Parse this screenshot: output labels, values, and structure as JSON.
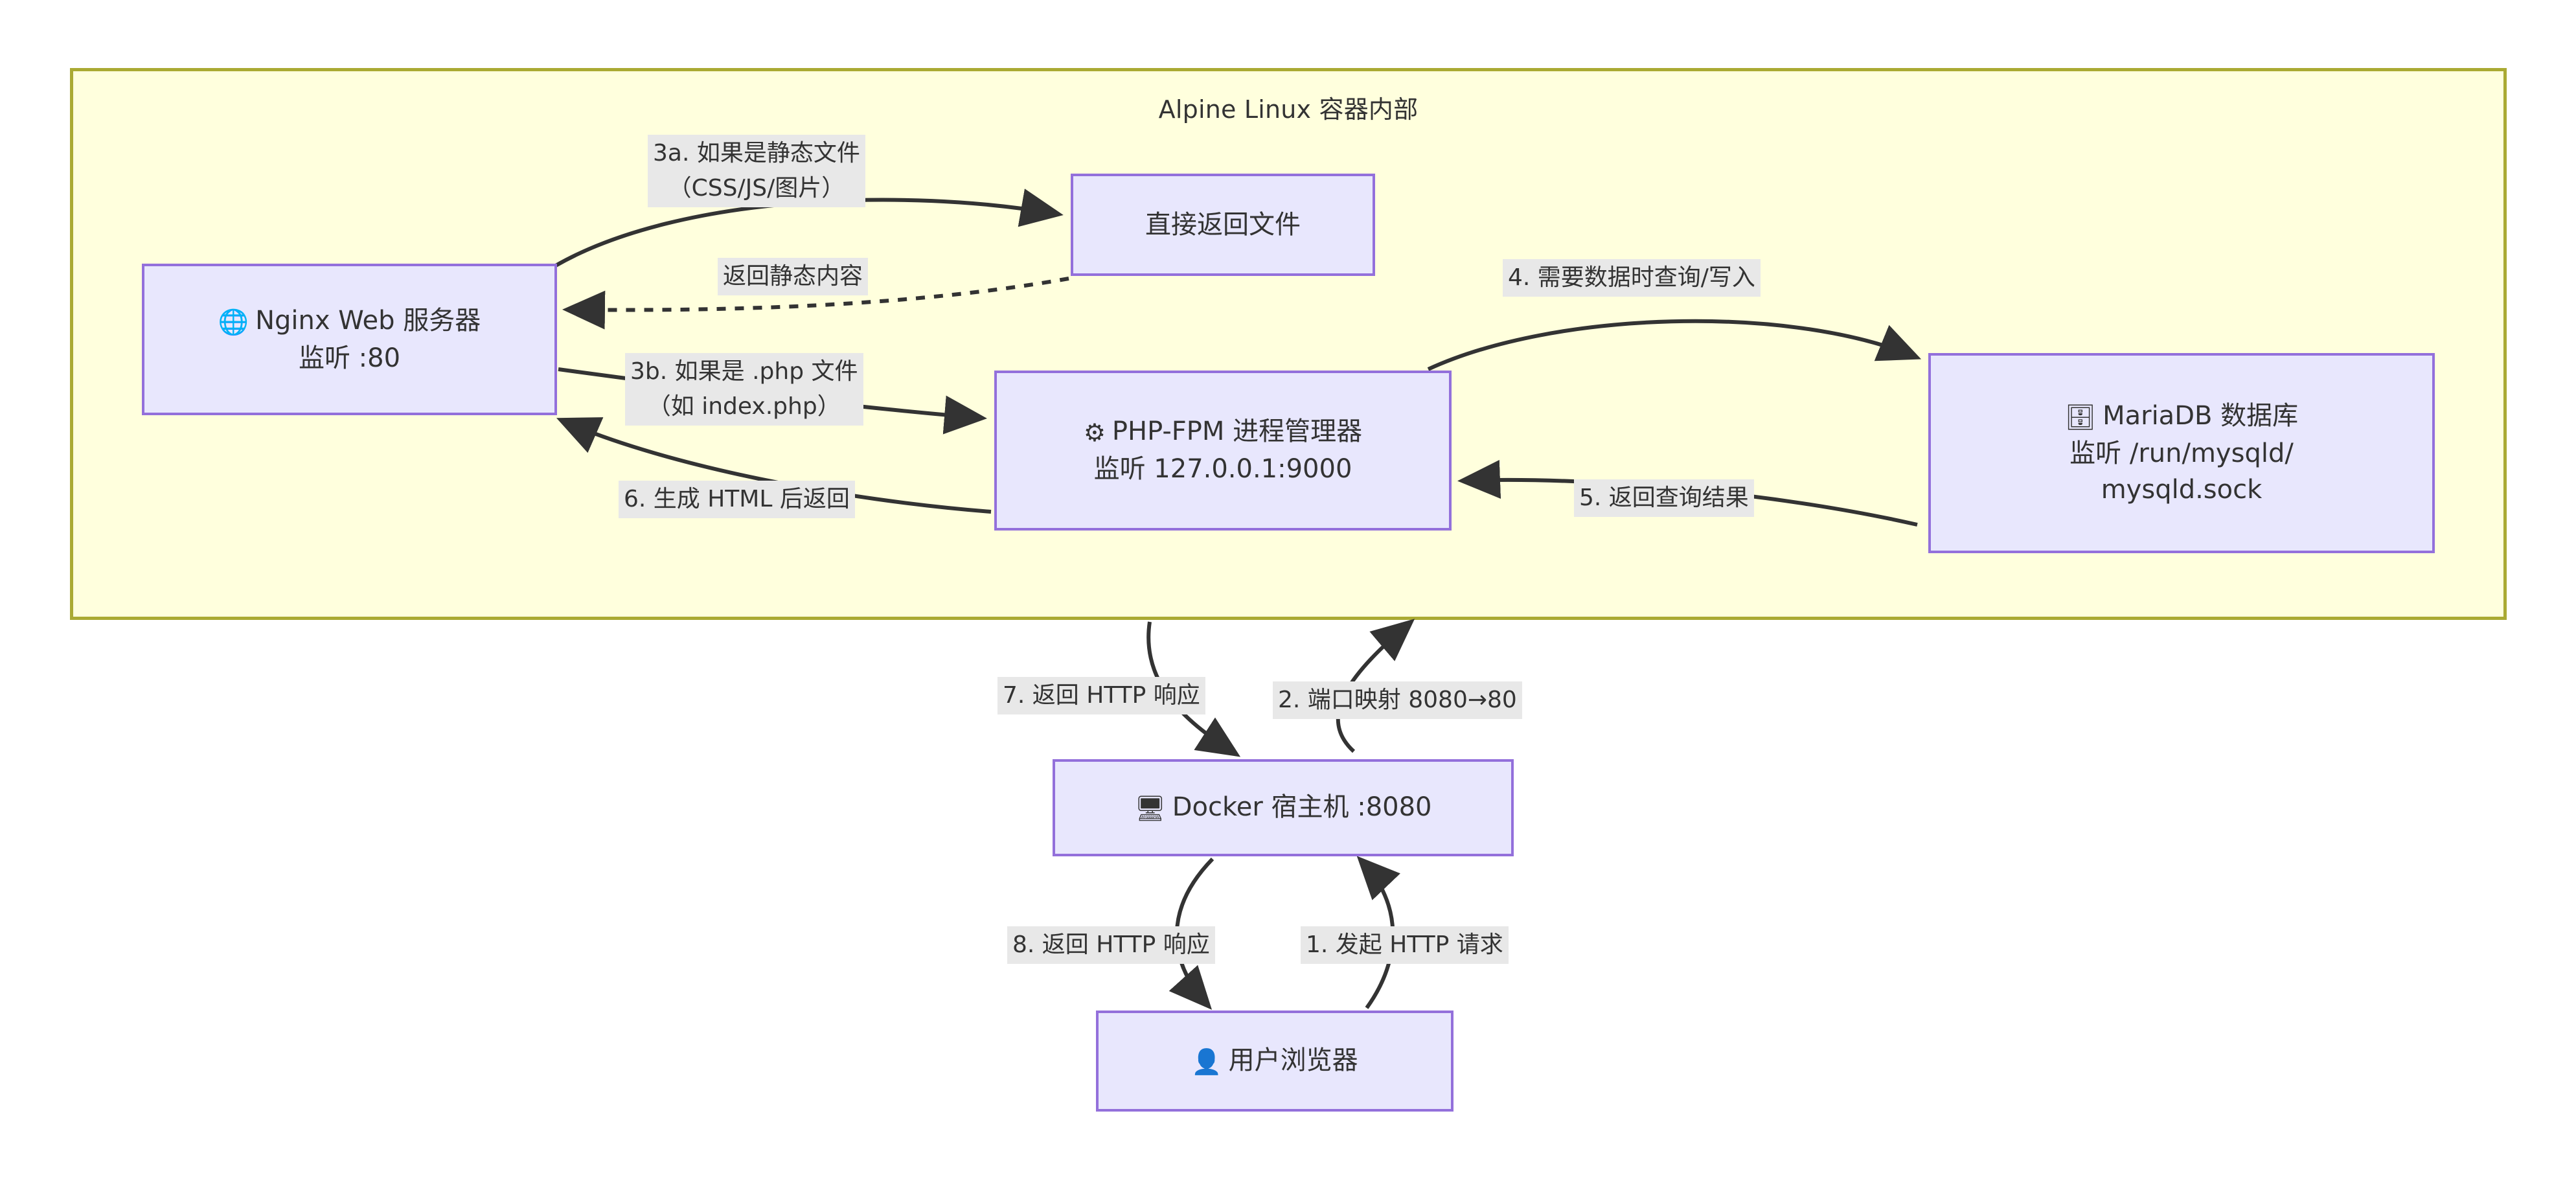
{
  "diagram": {
    "type": "flowchart",
    "subgraph": {
      "title": "Alpine Linux 容器内部"
    },
    "colors": {
      "subgraph_fill": "#ffffdd",
      "subgraph_border": "#aaaa33",
      "node_fill": "#e8e7fd",
      "node_border": "#9370db",
      "edge_label_bg": "#e8e8e8",
      "edge_stroke": "#333333",
      "text": "#333333"
    },
    "nodes": [
      {
        "id": "nginx",
        "icon": "globe-icon",
        "icon_glyph": "🌐",
        "line1": "Nginx Web 服务器",
        "line2": "监听 :80"
      },
      {
        "id": "static",
        "icon": null,
        "icon_glyph": "",
        "line1": "直接返回文件",
        "line2": ""
      },
      {
        "id": "php",
        "icon": "gear-icon",
        "icon_glyph": "⚙",
        "line1": "PHP-FPM 进程管理器",
        "line2": "监听 127.0.0.1:9000"
      },
      {
        "id": "db",
        "icon": "file-cabinet-icon",
        "icon_glyph": "🗄",
        "line1": "MariaDB 数据库",
        "line2": "监听 /run/mysqld/",
        "line3": "mysqld.sock"
      },
      {
        "id": "host",
        "icon": "desktop-computer-icon",
        "icon_glyph": "🖥",
        "line1": "Docker 宿主机 :8080",
        "line2": ""
      },
      {
        "id": "browser",
        "icon": "user-icon",
        "icon_glyph": "👤",
        "line1": "用户浏览器",
        "line2": ""
      }
    ],
    "edges": [
      {
        "id": "e1",
        "from": "browser",
        "to": "host",
        "label_line1": "1. 发起 HTTP 请求",
        "label_line2": "",
        "style": "solid"
      },
      {
        "id": "e2",
        "from": "host",
        "to": "nginx",
        "label_line1": "2. 端口映射 8080→80",
        "label_line2": "",
        "style": "solid"
      },
      {
        "id": "e3a",
        "from": "nginx",
        "to": "static",
        "label_line1": "3a. 如果是静态文件",
        "label_line2": "（CSS/JS/图片）",
        "style": "solid"
      },
      {
        "id": "e3r",
        "from": "static",
        "to": "nginx",
        "label_line1": "返回静态内容",
        "label_line2": "",
        "style": "dotted"
      },
      {
        "id": "e3b",
        "from": "nginx",
        "to": "php",
        "label_line1": "3b. 如果是 .php 文件",
        "label_line2": "（如 index.php）",
        "style": "solid"
      },
      {
        "id": "e4",
        "from": "php",
        "to": "db",
        "label_line1": "4. 需要数据时查询/写入",
        "label_line2": "",
        "style": "solid"
      },
      {
        "id": "e5",
        "from": "db",
        "to": "php",
        "label_line1": "5. 返回查询结果",
        "label_line2": "",
        "style": "solid"
      },
      {
        "id": "e6",
        "from": "php",
        "to": "nginx",
        "label_line1": "6. 生成 HTML 后返回",
        "label_line2": "",
        "style": "solid"
      },
      {
        "id": "e7",
        "from": "nginx",
        "to": "host",
        "label_line1": "7. 返回 HTTP 响应",
        "label_line2": "",
        "style": "solid"
      },
      {
        "id": "e8",
        "from": "host",
        "to": "browser",
        "label_line1": "8. 返回 HTTP 响应",
        "label_line2": "",
        "style": "solid"
      }
    ]
  }
}
